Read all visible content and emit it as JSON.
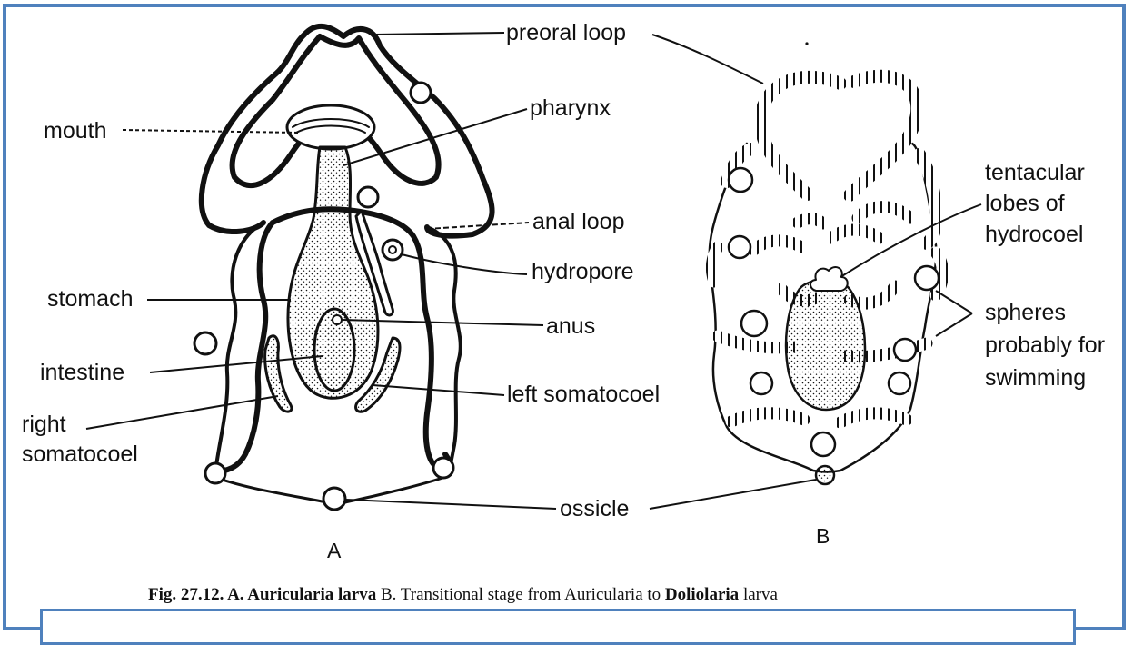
{
  "diagram": {
    "labels_a": {
      "mouth": "mouth",
      "pharynx": "pharynx",
      "anal_loop": "anal loop",
      "hydropore": "hydropore",
      "stomach": "stomach",
      "anus": "anus",
      "intestine": "intestine",
      "left_somatocoel": "left somatocoel",
      "right_somatocoel_1": "right",
      "right_somatocoel_2": "somatocoel",
      "panel": "A"
    },
    "labels_shared": {
      "preoral_loop": "preoral loop",
      "ossicle": "ossicle"
    },
    "labels_b": {
      "tentacular_1": "tentacular",
      "tentacular_2": "lobes of",
      "tentacular_3": "hydrocoel",
      "spheres_1": "spheres",
      "spheres_2": "probably for",
      "spheres_3": "swimming",
      "panel": "B"
    },
    "caption": {
      "prefix": "Fig. 27.12. A. Auricularia larva",
      "rest_1": " B. Transitional stage from Auricularia to ",
      "bold_word": "Doliolaria",
      "rest_2": " larva"
    }
  },
  "colors": {
    "frame": "#4f81bd",
    "ink": "#111111"
  }
}
